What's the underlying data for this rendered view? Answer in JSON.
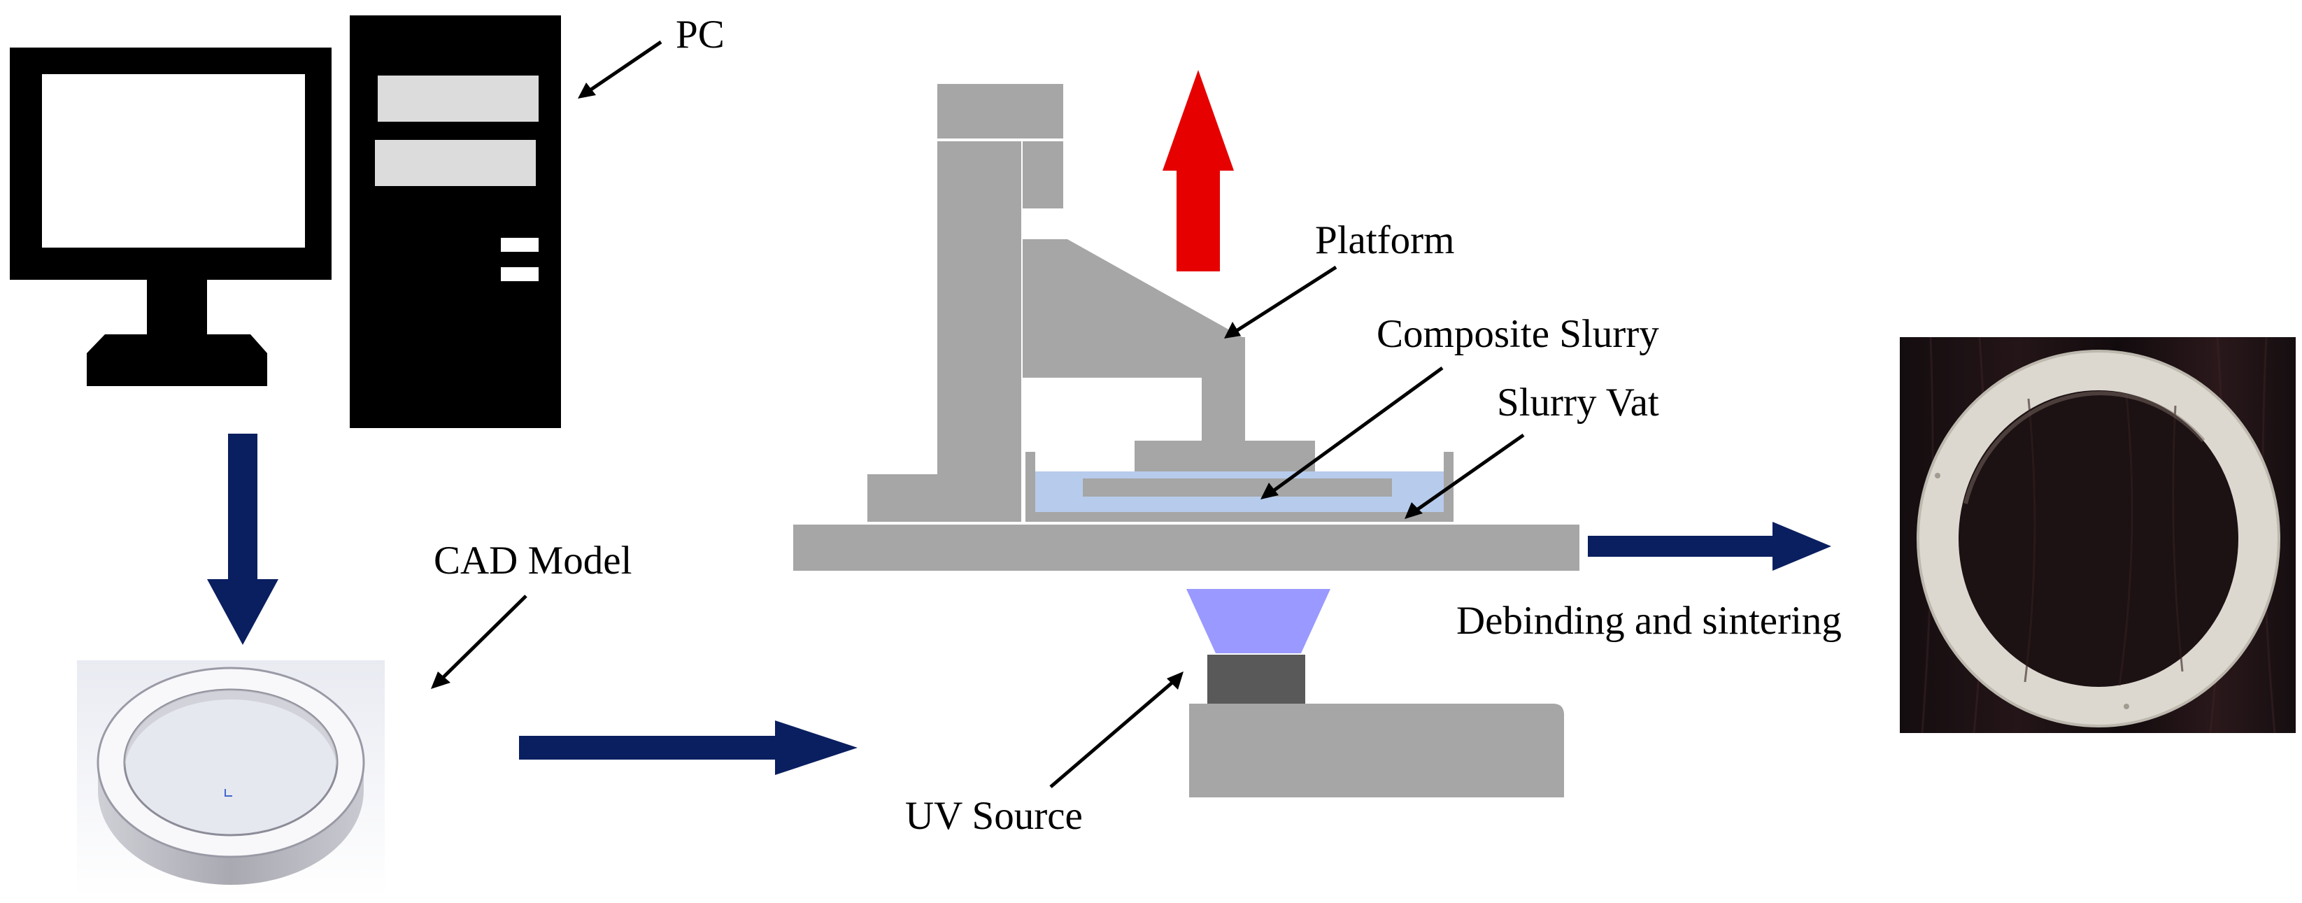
{
  "labels": {
    "pc": "PC",
    "cad_model": "CAD Model",
    "platform": "Platform",
    "composite_slurry": "Composite Slurry",
    "slurry_vat": "Slurry Vat",
    "uv_source": "UV Source",
    "debinding": "Debinding and sintering"
  },
  "colors": {
    "machine_gray": "#a6a6a6",
    "computer_black": "#000000",
    "slurry_blue": "#b7ccec",
    "uv_light": "#9999ff",
    "lift_arrow_red": "#e60000",
    "flow_arrow_navy": "#0a1f60",
    "uv_emitter": "#595959",
    "photo_wood": "#1a1113",
    "ring_ceramic": "#dcd8d0"
  }
}
